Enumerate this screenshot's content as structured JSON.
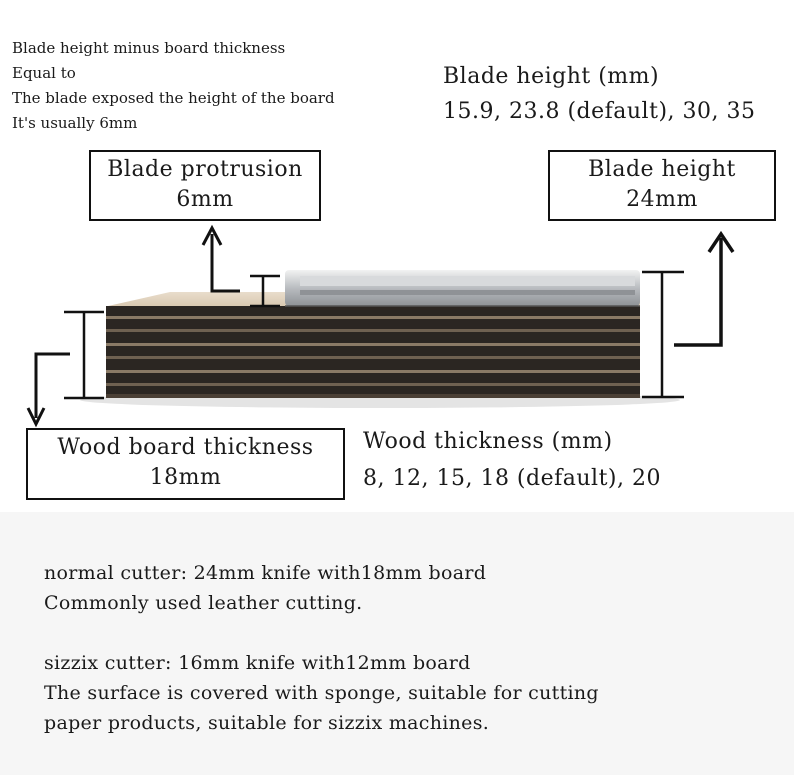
{
  "top_note": {
    "lines": [
      "Blade height minus board thickness",
      "Equal to",
      "The blade exposed the height of the board",
      "It's usually 6mm"
    ]
  },
  "blade_height_options": {
    "title": "Blade height (mm)",
    "values": "15.9, 23.8 (default), 30, 35"
  },
  "protrusion_box": {
    "label": "Blade protrusion",
    "value": "6mm"
  },
  "blade_height_box": {
    "label": "Blade height",
    "value": "24mm"
  },
  "wood_box": {
    "label": "Wood board thickness",
    "value": "18mm"
  },
  "wood_thickness_options": {
    "title": "Wood thickness (mm)",
    "values": "8, 12, 15, 18 (default), 20"
  },
  "description": {
    "normal_line1": "normal cutter: 24mm knife with18mm board",
    "normal_line2": "Commonly used leather cutting.",
    "sizzix_line1": "sizzix cutter: 16mm knife with12mm board",
    "sizzix_line2": "The surface is covered with sponge, suitable for cutting",
    "sizzix_line3": "paper products, suitable for sizzix machines."
  }
}
